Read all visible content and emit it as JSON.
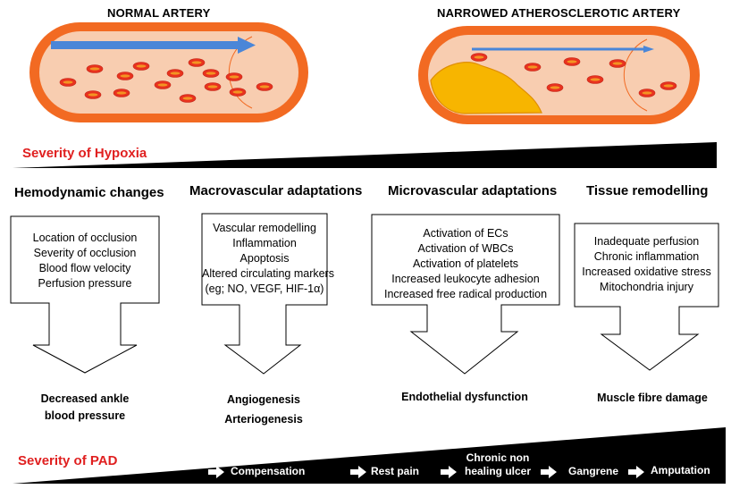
{
  "arteries": {
    "normal_title": "NORMAL ARTERY",
    "narrowed_title": "NARROWED ATHEROSCLEROTIC ARTERY"
  },
  "hypoxia_label": "Severity of Hypoxia",
  "pad_label": "Severity of PAD",
  "columns": [
    {
      "heading": "Hemodynamic changes",
      "items": [
        "Location of occlusion",
        "Severity of occlusion",
        "Blood flow velocity",
        "Perfusion pressure"
      ],
      "outcome": [
        "Decreased ankle",
        "blood pressure"
      ]
    },
    {
      "heading": "Macrovascular adaptations",
      "items": [
        "Vascular remodelling",
        "Inflammation",
        "Apoptosis",
        "Altered circulating markers",
        "(eg;  NO, VEGF, HIF-1α)"
      ],
      "outcome": [
        "Angiogenesis",
        "Arteriogenesis"
      ]
    },
    {
      "heading": "Microvascular adaptations",
      "items": [
        "Activation of ECs",
        "Activation of WBCs",
        "Activation of platelets",
        "Increased leukocyte adhesion",
        "Increased free radical production"
      ],
      "outcome": [
        "Endothelial dysfunction"
      ]
    },
    {
      "heading": "Tissue remodelling",
      "items": [
        "Inadequate perfusion",
        "Chronic inflammation",
        "Increased oxidative stress",
        "Mitochondria injury"
      ],
      "outcome": [
        "Muscle fibre damage"
      ]
    }
  ],
  "stages": [
    "Compensation",
    "Rest pain",
    "Chronic non",
    "healing ulcer",
    "Gangrene",
    "Amputation"
  ],
  "colors": {
    "artery_wall": "#f26a22",
    "artery_lumen": "#f8cdb0",
    "blood_cell": "#e8321e",
    "blood_cell_highlight": "#f5a623",
    "flow_arrow": "#4a86d8",
    "plaque": "#f7b500",
    "title_red": "#e02020",
    "wedge": "#000000"
  }
}
